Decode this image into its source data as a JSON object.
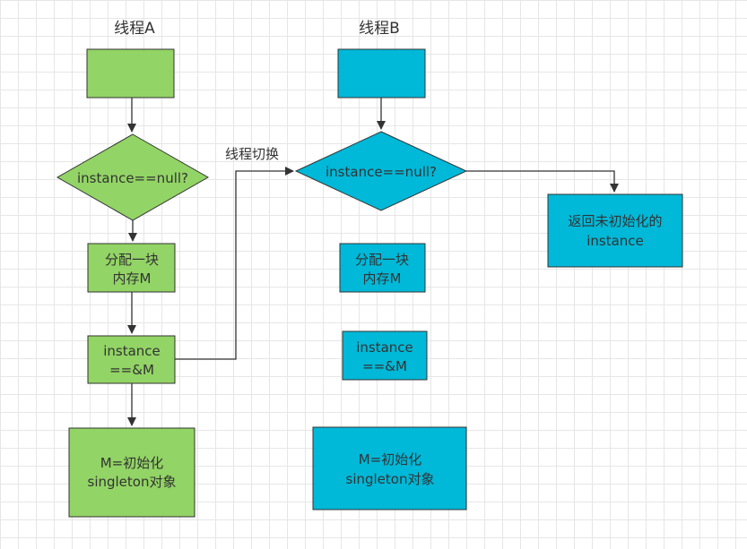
{
  "colors": {
    "thread_a_fill": "#92d465",
    "thread_b_fill": "#00b8d8",
    "stroke": "#333333",
    "arrow": "#333333"
  },
  "thread_a": {
    "title": "线程A",
    "check": "instance==null?",
    "alloc_line1": "分配一块",
    "alloc_line2": "内存M",
    "assign_line1": "instance",
    "assign_line2": "==&M",
    "init_line1": "M=初始化",
    "init_line2": "singleton对象"
  },
  "switch_label": "线程切换",
  "thread_b": {
    "title": "线程B",
    "check": "instance==null?",
    "return_line1": "返回未初始化的",
    "return_line2": "instance",
    "alloc_line1": "分配一块",
    "alloc_line2": "内存M",
    "assign_line1": "instance",
    "assign_line2": "==&M",
    "init_line1": "M=初始化",
    "init_line2": "singleton对象"
  }
}
